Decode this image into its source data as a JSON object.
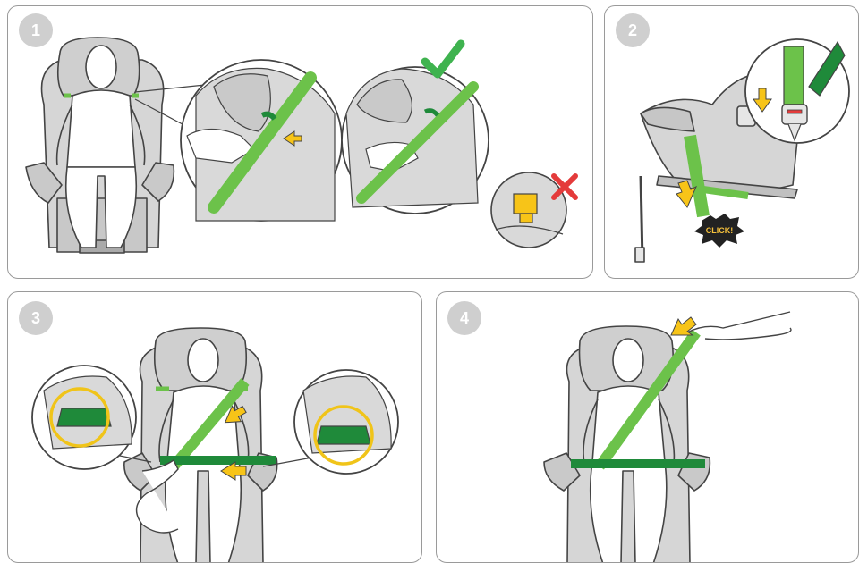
{
  "steps": [
    {
      "number": "1"
    },
    {
      "number": "2"
    },
    {
      "number": "3"
    },
    {
      "number": "4"
    }
  ],
  "step2": {
    "click_label": "CLICK!"
  },
  "colors": {
    "belt_light": "#6cc24a",
    "belt_dark": "#1f8a3a",
    "arrow": "#f7c418",
    "check": "#3fb34f",
    "cross": "#e43b3b",
    "seat": "#d6d6d6",
    "outline": "#444444",
    "lock_ring": "#f0c419",
    "badge": "#cfcfcf"
  },
  "icons": [
    "yellow-arrow-icon",
    "check-icon",
    "cross-icon",
    "click-burst-icon"
  ]
}
